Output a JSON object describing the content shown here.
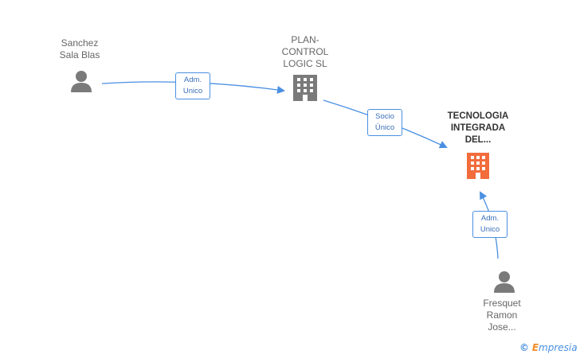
{
  "nodes": {
    "sanchez": {
      "label": "Sanchez\nSala Blas"
    },
    "plan_control": {
      "label": "PLAN-\nCONTROL\nLOGIC SL"
    },
    "tecnologia": {
      "label": "TECNOLOGIA\nINTEGRADA\nDEL..."
    },
    "fresquet": {
      "label": "Fresquet\nRamon\nJose..."
    }
  },
  "edges": {
    "sanchez_to_plan": {
      "label": "Adm.\nUnico"
    },
    "plan_to_tecnologia": {
      "label": "Socio\nÚnico"
    },
    "fresquet_to_tecnologia": {
      "label": "Adm.\nUnico"
    }
  },
  "colors": {
    "edge": "#4a90e2",
    "person_icon": "#7a7a7a",
    "company_icon": "#7a7a7a",
    "main_company_icon": "#f26c3c"
  },
  "footer": {
    "copyright_symbol": "©",
    "brand_initial": "E",
    "brand_rest": "mpresia"
  }
}
